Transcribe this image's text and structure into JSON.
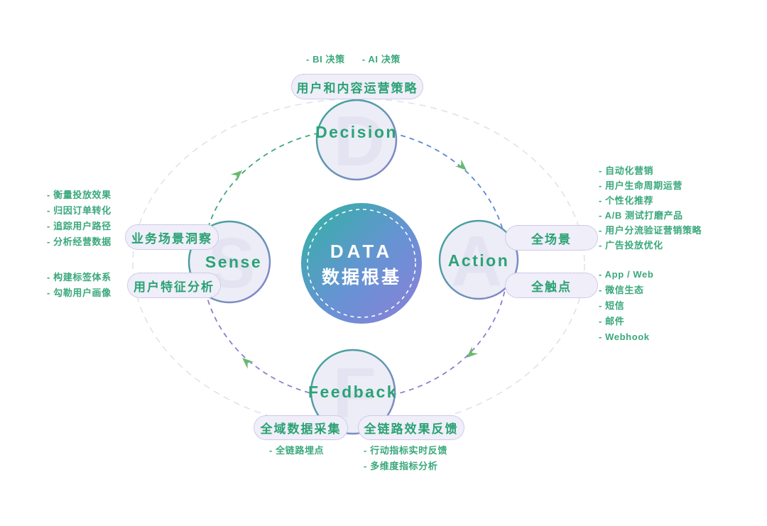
{
  "center": {
    "title": "DATA",
    "subtitle": "数据根基"
  },
  "nodes": {
    "decision": {
      "label": "Decision",
      "watermark": "D"
    },
    "action": {
      "label": "Action",
      "watermark": "A"
    },
    "feedback": {
      "label": "Feedback",
      "watermark": "F"
    },
    "sense": {
      "label": "Sense",
      "watermark": "S"
    }
  },
  "pills": {
    "decision_strategy": "用户和内容运营策略",
    "sense_business": "业务场景洞察",
    "sense_user": "用户特征分析",
    "action_scene": "全场景",
    "action_touchpoint": "全触点",
    "feedback_collect": "全域数据采集",
    "feedback_effect": "全链路效果反馈"
  },
  "lists": {
    "decision_bullets": [
      "- BI 决策",
      "- AI 决策"
    ],
    "action_scene_bullets": [
      "- 自动化营销",
      "- 用户生命周期运营",
      "- 个性化推荐",
      "- A/B 测试打磨产品",
      "- 用户分流验证营销策略",
      "- 广告投放优化"
    ],
    "action_touchpoint_bullets": [
      "- App / Web",
      "- 微信生态",
      "- 短信",
      "- 邮件",
      "- Webhook"
    ],
    "sense_business_bullets": [
      "- 衡量投放效果",
      "- 归因订单转化",
      "- 追踪用户路径",
      "- 分析经营数据"
    ],
    "sense_user_bullets": [
      "- 构建标签体系",
      "- 勾勒用户画像"
    ],
    "feedback_collect_bullets": [
      "- 全链路埋点"
    ],
    "feedback_effect_bullets": [
      "- 行动指标实时反馈",
      "- 多维度指标分析"
    ]
  },
  "colors": {
    "green_text": "#2fa376",
    "teal_ring": "#38a793",
    "purple_ring": "#8e84d0",
    "blue_arc": "#6189cf",
    "purple_arc": "#8b80cc",
    "green_arc": "#3fa878",
    "arrow_green": "#68b96f",
    "pill_background": "#efeef9",
    "node_fill": "#ededf7",
    "watermark_fill": "#e4e3f2",
    "outer_ellipse": "#dfe1ea",
    "center_gradient_start": "#2fb3a1",
    "center_gradient_end": "#8d7ed8"
  }
}
